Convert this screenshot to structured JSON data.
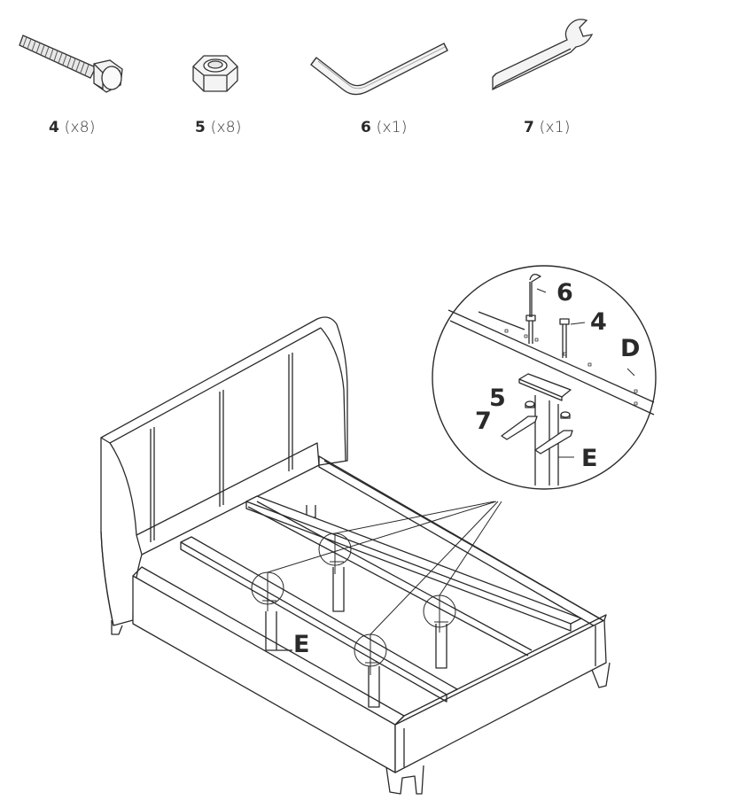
{
  "parts": [
    {
      "id": "4",
      "qty": "(x8)",
      "icon": "bolt-icon"
    },
    {
      "id": "5",
      "qty": "(x8)",
      "icon": "nut-icon"
    },
    {
      "id": "6",
      "qty": "(x1)",
      "icon": "allen-key-icon"
    },
    {
      "id": "7",
      "qty": "(x1)",
      "icon": "wrench-icon"
    }
  ],
  "callouts": {
    "leg": "E",
    "detail_allen_key": "6",
    "detail_bolt": "4",
    "detail_rail": "D",
    "detail_nut": "5",
    "detail_wrench": "7",
    "detail_leg": "E"
  }
}
